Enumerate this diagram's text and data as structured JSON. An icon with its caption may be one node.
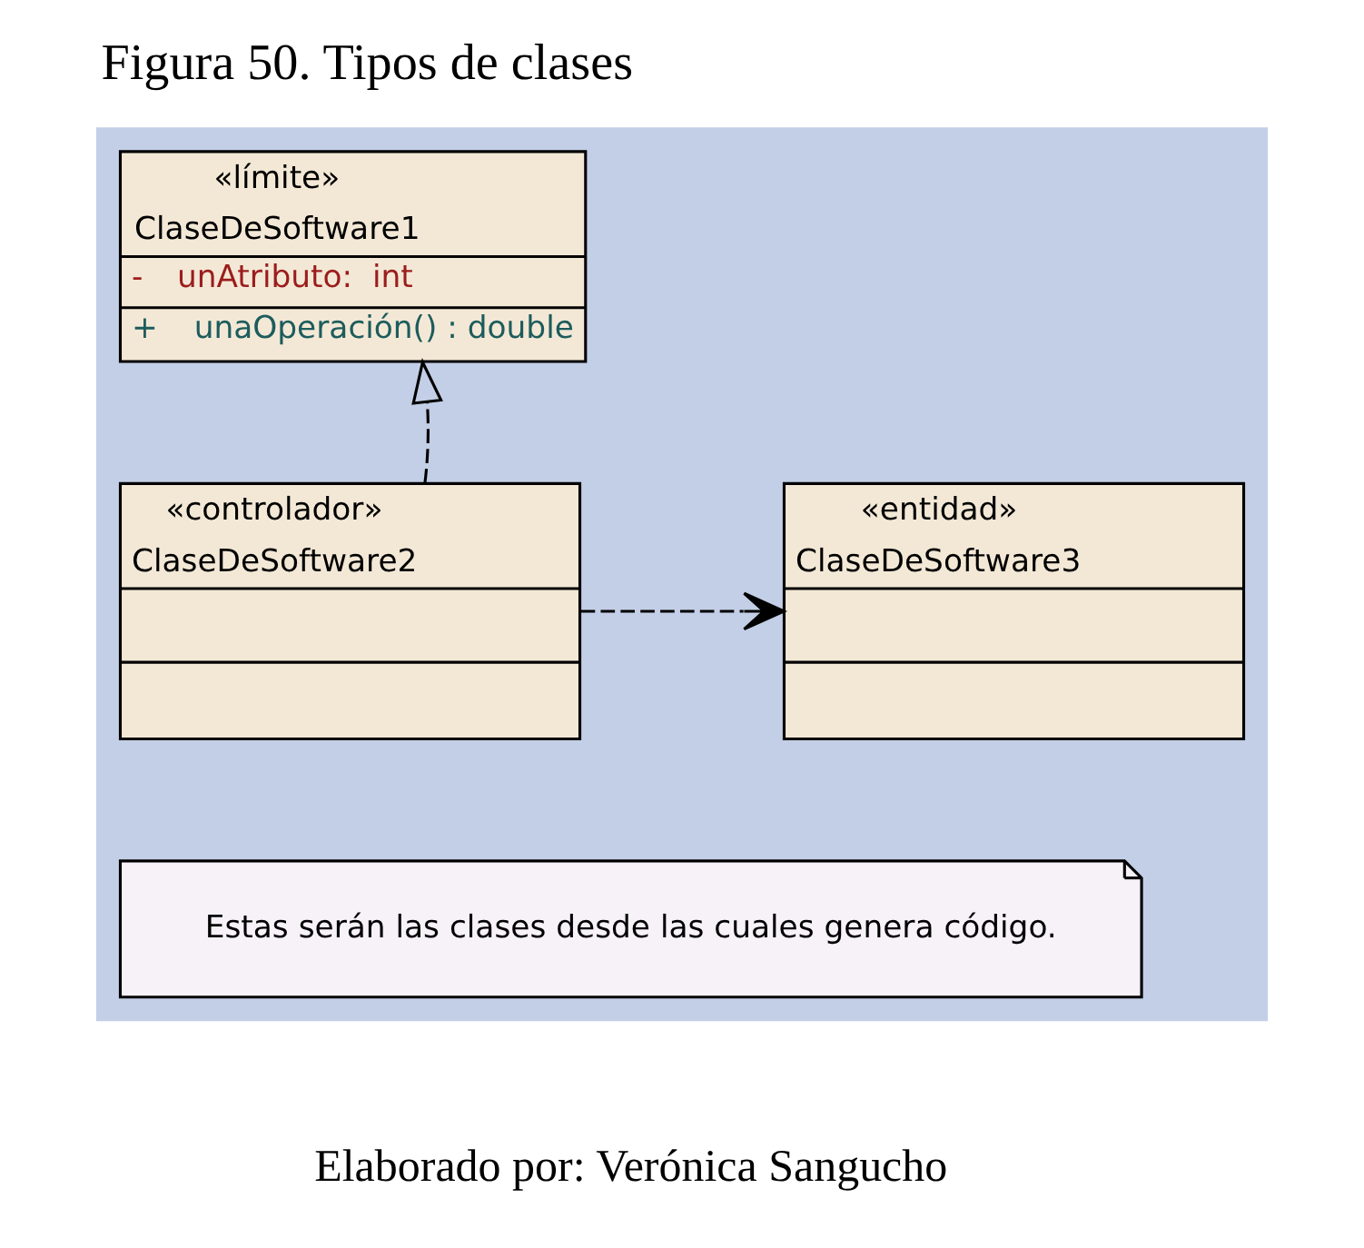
{
  "diagram": {
    "title": "Figura 50. Tipos de clases",
    "caption": "Elaborado por: Verónica Sangucho",
    "nodes": [
      {
        "text": [],
        "shape": "box"
      },
      {
        "in": 0,
        "text": [
          "«límite»",
          "ClaseDeSoftware1",
          "-",
          "unAtributo:  int",
          "+",
          "unaOperación() : double"
        ]
      },
      {
        "in": 0,
        "text": [
          "«controlador»",
          "ClaseDeSoftware2"
        ]
      },
      {
        "in": 0,
        "text": [
          "«entidad»",
          "ClaseDeSoftware3"
        ]
      },
      {
        "in": 0,
        "text": [
          "Estas serán las clases desde las cuales genera código."
        ]
      }
    ],
    "edges": [
      {
        "from": 2,
        "to": 1,
        "arrow": "to",
        "style": "dashed"
      },
      {
        "from": 2,
        "to": 3,
        "arrow": "to",
        "style": "dashed"
      }
    ]
  }
}
